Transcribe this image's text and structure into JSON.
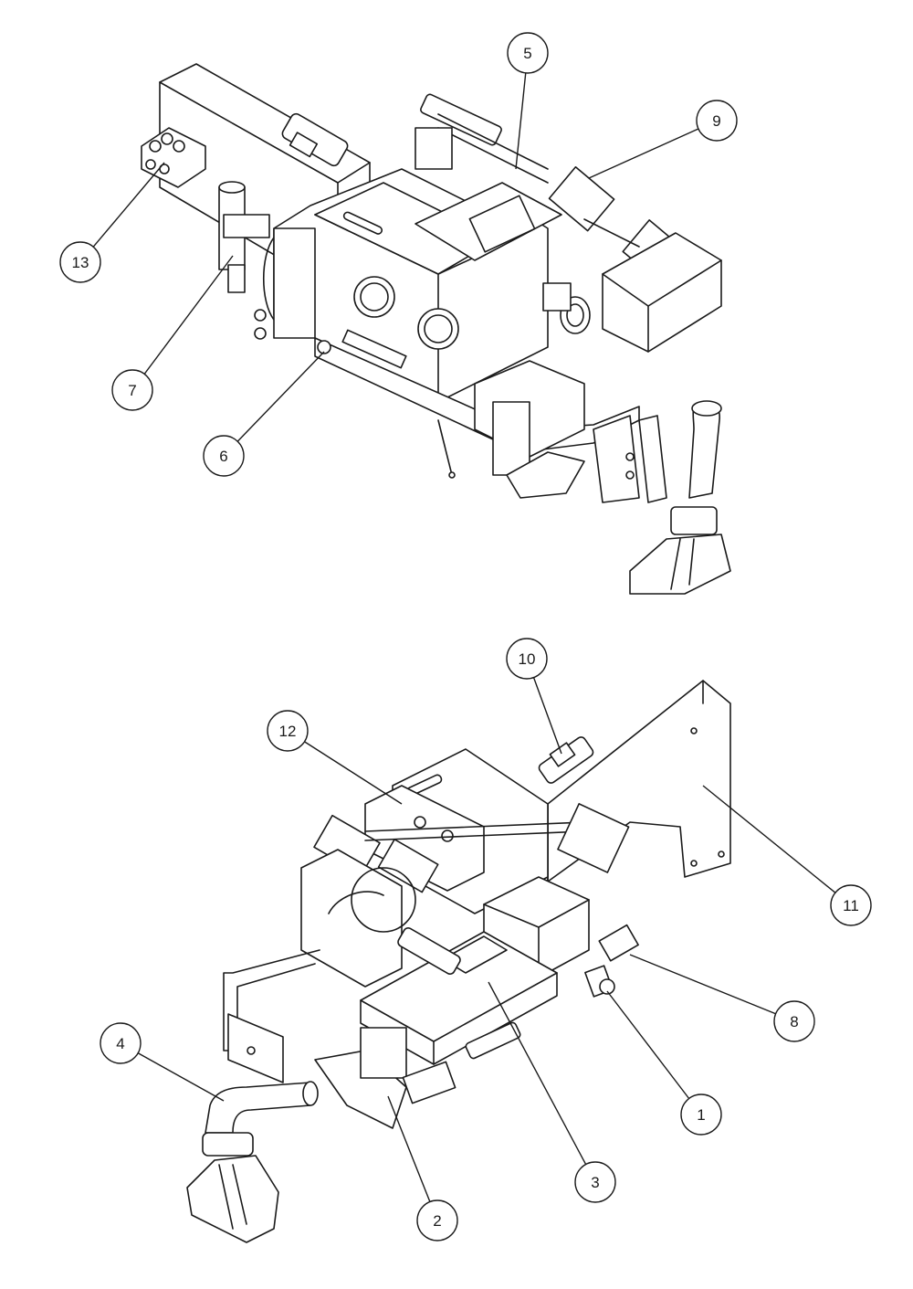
{
  "diagram": {
    "type": "exploded-assembly-drawing",
    "views": [
      "upper-assembly-view",
      "lower-assembly-view"
    ],
    "callouts": [
      {
        "id": "callout-13",
        "label": "13"
      },
      {
        "id": "callout-7",
        "label": "7"
      },
      {
        "id": "callout-6",
        "label": "6"
      },
      {
        "id": "callout-5",
        "label": "5"
      },
      {
        "id": "callout-9",
        "label": "9"
      },
      {
        "id": "callout-10",
        "label": "10"
      },
      {
        "id": "callout-12",
        "label": "12"
      },
      {
        "id": "callout-11",
        "label": "11"
      },
      {
        "id": "callout-8",
        "label": "8"
      },
      {
        "id": "callout-4",
        "label": "4"
      },
      {
        "id": "callout-1",
        "label": "1"
      },
      {
        "id": "callout-3",
        "label": "3"
      },
      {
        "id": "callout-2",
        "label": "2"
      }
    ],
    "line_color": "#1a1a1a",
    "background": "#ffffff"
  }
}
